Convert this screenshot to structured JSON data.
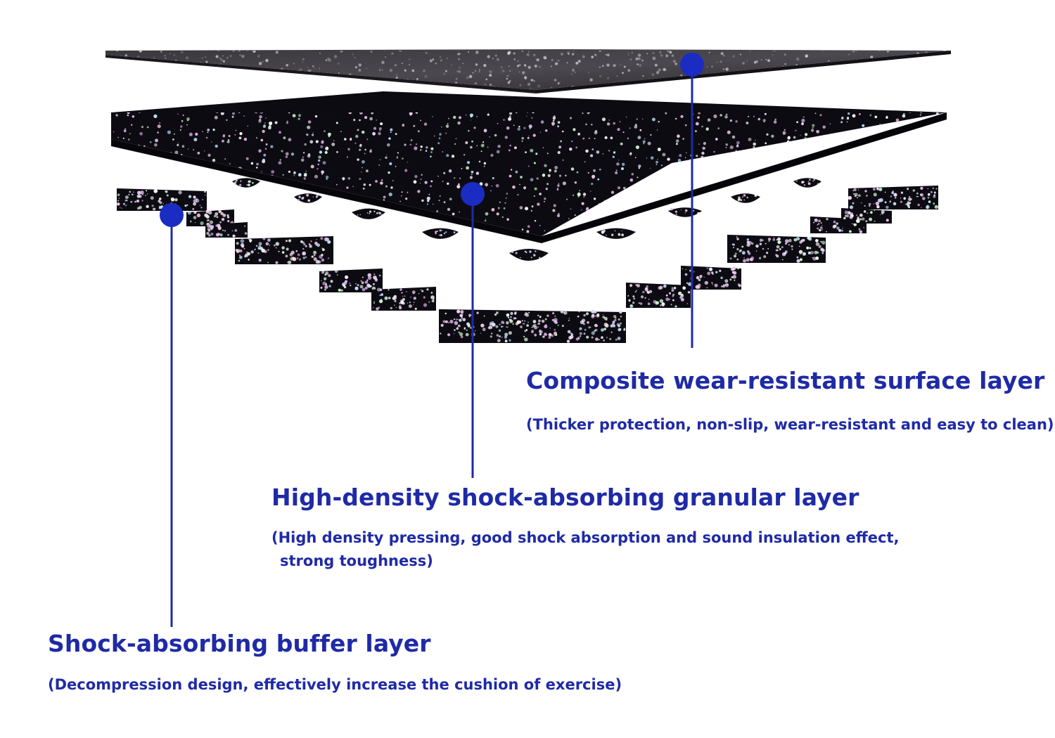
{
  "colors": {
    "accent": "#1f2aa6",
    "marker": "#1b2cc2",
    "rubber": "#0d0b12",
    "surface": "#2a282d",
    "speckle_colors": [
      "#ffffff",
      "#f3d7ff",
      "#e7b8f0",
      "#bfe8ff",
      "#d7ffd7",
      "#ffd6e8"
    ]
  },
  "layers": [
    {
      "id": "surface",
      "title": "Composite wear-resistant surface layer",
      "description_lines": [
        "(Thicker protection, non-slip, wear-resistant and easy to clean)"
      ]
    },
    {
      "id": "granular",
      "title": "High-density shock-absorbing granular layer",
      "description_lines": [
        "(High density pressing, good shock absorption and sound insulation effect,",
        "strong toughness)"
      ]
    },
    {
      "id": "buffer",
      "title": "Shock-absorbing buffer layer",
      "description_lines": [
        "(Decompression design, effectively increase the cushion of exercise)"
      ]
    }
  ]
}
